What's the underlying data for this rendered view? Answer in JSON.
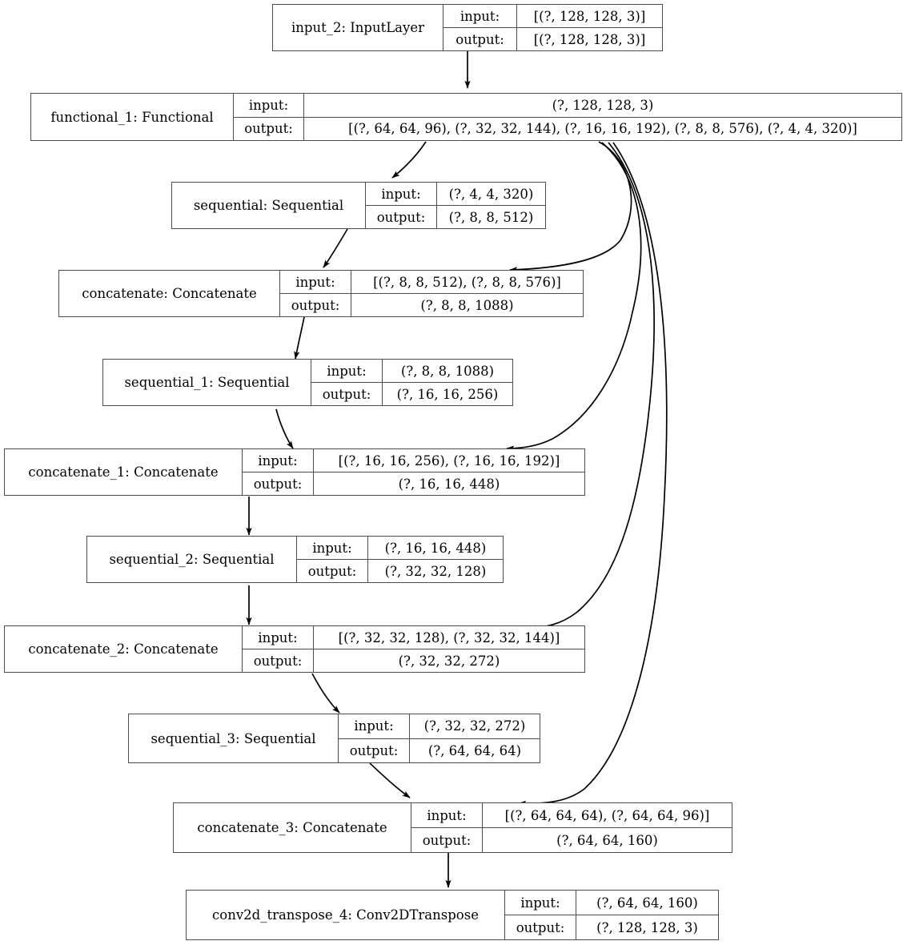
{
  "diagram": {
    "type": "keras-model-graph",
    "io_labels": {
      "input": "input:",
      "output": "output:"
    },
    "edge_color": "#000000",
    "node_border_color": "#4d4d4d",
    "background": "#ffffff"
  },
  "nodes": [
    {
      "id": "input_2",
      "title": "input_2: InputLayer",
      "input": "[(?, 128, 128, 3)]",
      "output": "[(?, 128, 128, 3)]"
    },
    {
      "id": "functional_1",
      "title": "functional_1: Functional",
      "input": "(?, 128, 128, 3)",
      "output": "[(?, 64, 64, 96), (?, 32, 32, 144), (?, 16, 16, 192), (?, 8, 8, 576), (?, 4, 4, 320)]"
    },
    {
      "id": "sequential",
      "title": "sequential: Sequential",
      "input": "(?, 4, 4, 320)",
      "output": "(?, 8, 8, 512)"
    },
    {
      "id": "concatenate",
      "title": "concatenate: Concatenate",
      "input": "[(?, 8, 8, 512), (?, 8, 8, 576)]",
      "output": "(?, 8, 8, 1088)"
    },
    {
      "id": "sequential_1",
      "title": "sequential_1: Sequential",
      "input": "(?, 8, 8, 1088)",
      "output": "(?, 16, 16, 256)"
    },
    {
      "id": "concatenate_1",
      "title": "concatenate_1: Concatenate",
      "input": "[(?, 16, 16, 256), (?, 16, 16, 192)]",
      "output": "(?, 16, 16, 448)"
    },
    {
      "id": "sequential_2",
      "title": "sequential_2: Sequential",
      "input": "(?, 16, 16, 448)",
      "output": "(?, 32, 32, 128)"
    },
    {
      "id": "concatenate_2",
      "title": "concatenate_2: Concatenate",
      "input": "[(?, 32, 32, 128), (?, 32, 32, 144)]",
      "output": "(?, 32, 32, 272)"
    },
    {
      "id": "sequential_3",
      "title": "sequential_3: Sequential",
      "input": "(?, 32, 32, 272)",
      "output": "(?, 64, 64, 64)"
    },
    {
      "id": "concatenate_3",
      "title": "concatenate_3: Concatenate",
      "input": "[(?, 64, 64, 64), (?, 64, 64, 96)]",
      "output": "(?, 64, 64, 160)"
    },
    {
      "id": "conv2d_transpose_4",
      "title": "conv2d_transpose_4: Conv2DTranspose",
      "input": "(?, 64, 64, 160)",
      "output": "(?, 128, 128, 3)"
    }
  ],
  "edges": [
    {
      "from": "input_2",
      "to": "functional_1"
    },
    {
      "from": "functional_1",
      "to": "sequential"
    },
    {
      "from": "functional_1",
      "to": "concatenate"
    },
    {
      "from": "sequential",
      "to": "concatenate"
    },
    {
      "from": "concatenate",
      "to": "sequential_1"
    },
    {
      "from": "functional_1",
      "to": "concatenate_1"
    },
    {
      "from": "sequential_1",
      "to": "concatenate_1"
    },
    {
      "from": "concatenate_1",
      "to": "sequential_2"
    },
    {
      "from": "functional_1",
      "to": "concatenate_2"
    },
    {
      "from": "sequential_2",
      "to": "concatenate_2"
    },
    {
      "from": "concatenate_2",
      "to": "sequential_3"
    },
    {
      "from": "functional_1",
      "to": "concatenate_3"
    },
    {
      "from": "sequential_3",
      "to": "concatenate_3"
    },
    {
      "from": "concatenate_3",
      "to": "conv2d_transpose_4"
    }
  ]
}
